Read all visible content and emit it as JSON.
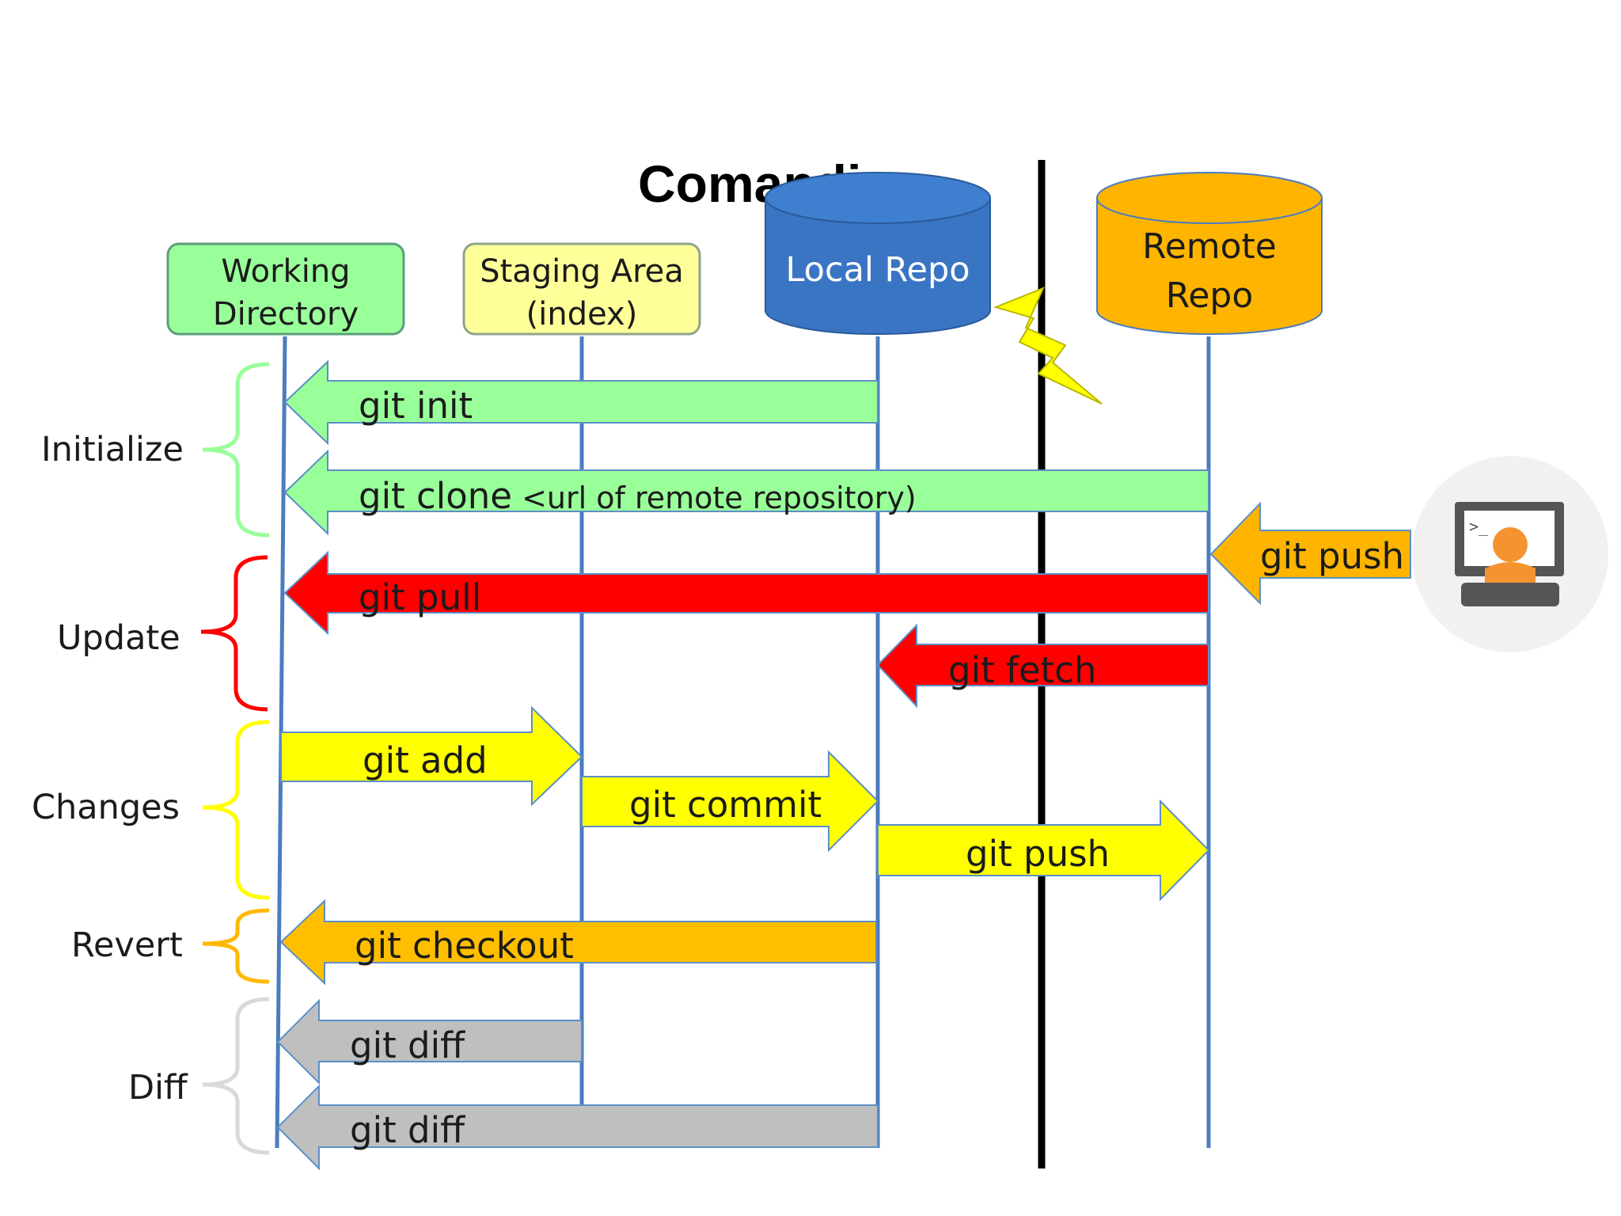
{
  "title": "Comandi",
  "lanes": {
    "working_directory": {
      "line1": "Working",
      "line2": "Directory",
      "color": "#99ff99"
    },
    "staging_area": {
      "line1": "Staging Area",
      "line2": "(index)",
      "color": "#ffff99"
    },
    "local_repo": {
      "label": "Local Repo",
      "color": "#3a75c4"
    },
    "remote_repo": {
      "line1": "Remote",
      "line2": "Repo",
      "color": "#ffb500"
    }
  },
  "groups": {
    "initialize": {
      "label": "Initialize",
      "color": "#99ff99"
    },
    "update": {
      "label": "Update",
      "color": "#ff0000"
    },
    "changes": {
      "label": "Changes",
      "color": "#ffff00"
    },
    "revert": {
      "label": "Revert",
      "color": "#ffb800"
    },
    "diff": {
      "label": "Diff",
      "color": "#d9d9d9"
    }
  },
  "commands": {
    "git_init": {
      "label": "git init",
      "color": "#99ff99"
    },
    "git_clone": {
      "label": "git clone",
      "suffix": " <url of remote repository)",
      "color": "#99ff99"
    },
    "git_push_remote": {
      "label": "git push",
      "color": "#ffb500"
    },
    "git_pull": {
      "label": "git pull",
      "color": "#ff0000"
    },
    "git_fetch": {
      "label": "git fetch",
      "color": "#ff0000"
    },
    "git_add": {
      "label": "git add",
      "color": "#ffff00"
    },
    "git_commit": {
      "label": "git commit",
      "color": "#ffff00"
    },
    "git_push": {
      "label": "git push",
      "color": "#ffff00"
    },
    "git_checkout": {
      "label": "git checkout",
      "color": "#ffbf00"
    },
    "git_diff_staging": {
      "label": "git diff",
      "color": "#bfbfbf"
    },
    "git_diff_local": {
      "label": "git diff",
      "color": "#bfbfbf"
    }
  },
  "icons": {
    "developer": "developer-at-computer-icon",
    "network": "lightning-bolt-icon"
  }
}
